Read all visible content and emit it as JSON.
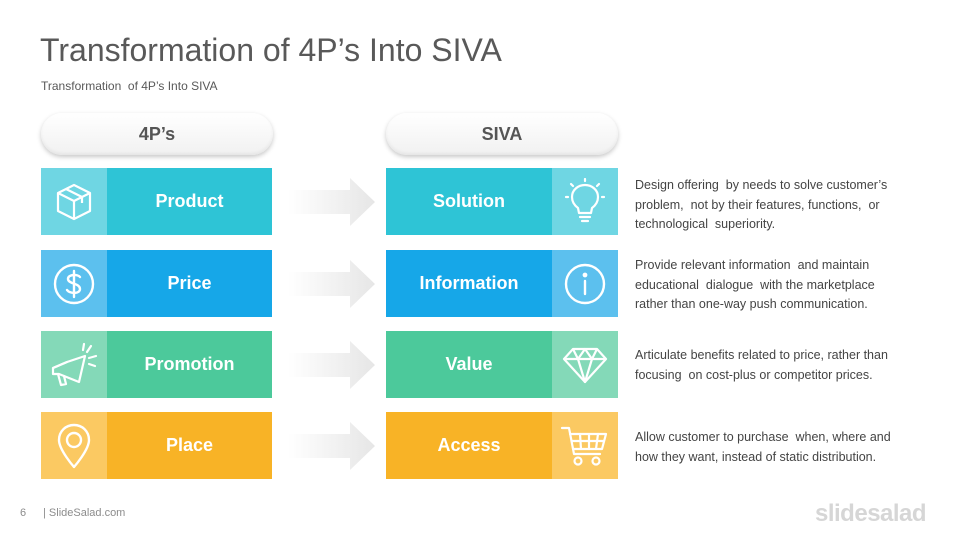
{
  "title": "Transformation of 4P’s Into SIVA",
  "subtitle": "Transformation  of 4P’s Into SIVA",
  "headers": {
    "left": "4P’s",
    "right": "SIVA"
  },
  "rows": [
    {
      "p_label": "Product",
      "siva_label": "Solution",
      "p_icon": "box-icon",
      "siva_icon": "lightbulb-icon",
      "dark": "#2ec4d6",
      "light": "#6fd6e3",
      "desc_lines": [
        "Design offering  by needs to solve customer’s",
        "problem,  not by their features, functions,  or",
        "technological  superiority."
      ]
    },
    {
      "p_label": "Price",
      "siva_label": "Information",
      "p_icon": "dollar-icon",
      "siva_icon": "info-icon",
      "dark": "#16a7e8",
      "light": "#5cc0ee",
      "desc_lines": [
        "Provide relevant information  and maintain",
        "educational  dialogue  with the marketplace",
        "rather than one-way push communication."
      ]
    },
    {
      "p_label": "Promotion",
      "siva_label": "Value",
      "p_icon": "megaphone-icon",
      "siva_icon": "diamond-icon",
      "dark": "#4cc99b",
      "light": "#84d9b8",
      "desc_lines": [
        "Articulate benefits related to price, rather than",
        "focusing  on cost-plus or competitor prices."
      ]
    },
    {
      "p_label": "Place",
      "siva_label": "Access",
      "p_icon": "location-pin-icon",
      "siva_icon": "shopping-cart-icon",
      "dark": "#f8b326",
      "light": "#fbc962",
      "desc_lines": [
        "Allow customer to purchase  when, where and",
        "how they want, instead of static distribution."
      ]
    }
  ],
  "footer": {
    "page_number": "6",
    "site": "| SlideSalad.com",
    "brand": "slidesalad"
  }
}
